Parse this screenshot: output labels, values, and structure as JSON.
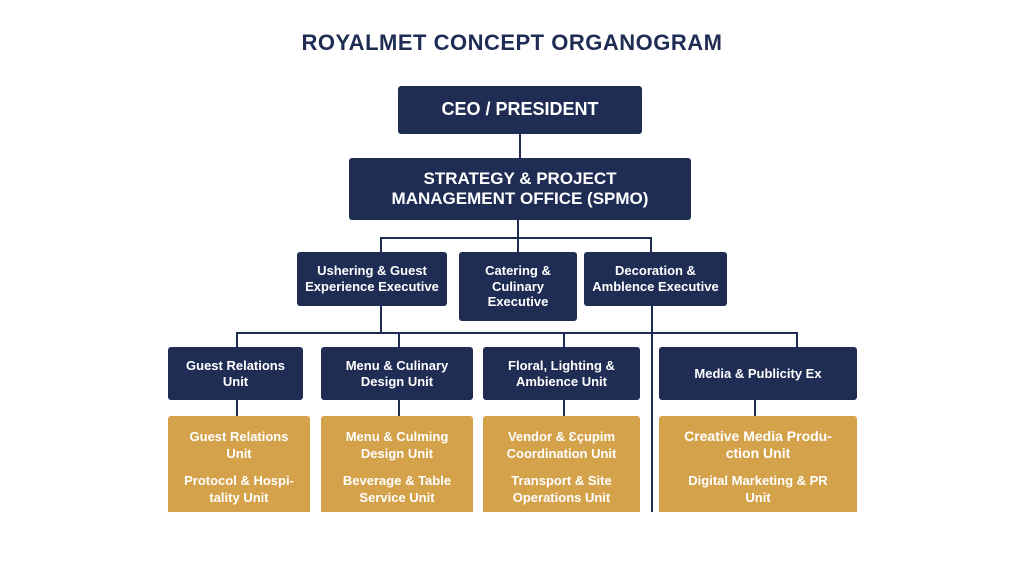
{
  "title": "ROYALMET CONCEPT ORGANOGRAM",
  "ceo": "CEO / PRESIDENT",
  "spmo": "STRATEGY & PROJECT MANAGEMENT OFFICE (SPMO)",
  "executives": [
    "Ushering & Guest Experience Executive",
    "Catering & Culinary Executive",
    "Decoration & Amblence Executive"
  ],
  "units": [
    "Guest Relations Unit",
    "Menu & Culinary Design Unit",
    "Floral, Lighting & Ambience Unit",
    "Media & Publicity Ex"
  ],
  "subunits": [
    [
      "Guest Relations Unit",
      "Protocol & Hospi-tality Unit"
    ],
    [
      "Menu & Culming Design Unit",
      "Beverage & Table Service Unit"
    ],
    [
      "Vendor & Ɛçupim Coordination Unit",
      "Transport & Site Operations Unit"
    ],
    [
      "Creative Media Produ-ction Unit",
      "Digital Marketing & PR Unit"
    ]
  ]
}
